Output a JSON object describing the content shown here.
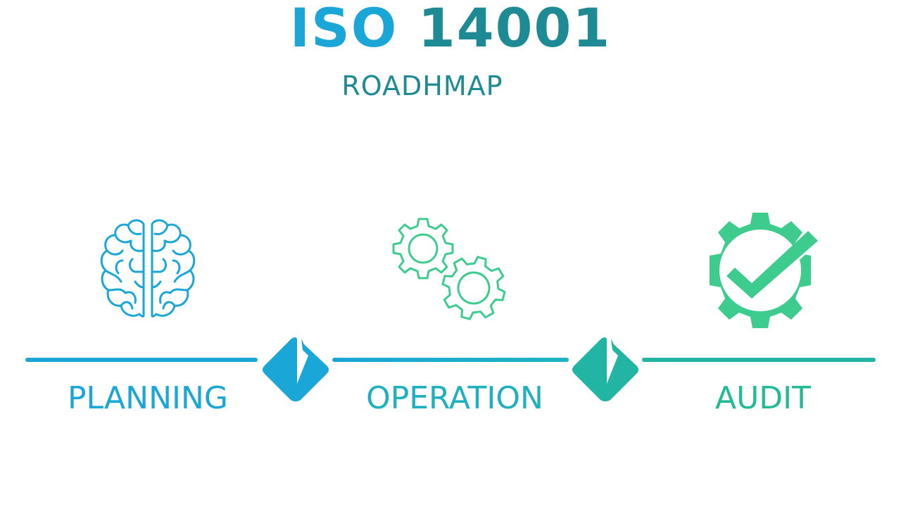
{
  "header": {
    "title_part1": "ISO",
    "title_part2": "14001",
    "subtitle": "ROADHMAP"
  },
  "colors": {
    "blue": "#1aa6d6",
    "teal": "#1e8a94",
    "cyan_teal": "#1fb3b4",
    "green": "#3dcc8e"
  },
  "stages": [
    {
      "label": "PLANNING",
      "icon": "brain-icon",
      "color": "#1aa6d6"
    },
    {
      "label": "OPERATION",
      "icon": "gears-icon",
      "color": "#1fb0c0"
    },
    {
      "label": "AUDIT",
      "icon": "gear-check-icon",
      "color": "#22bb95"
    }
  ],
  "markers": [
    {
      "icon": "diamond-marker-icon",
      "color": "#1aa6d6"
    },
    {
      "icon": "diamond-marker-icon",
      "color": "#22b5a4"
    }
  ]
}
